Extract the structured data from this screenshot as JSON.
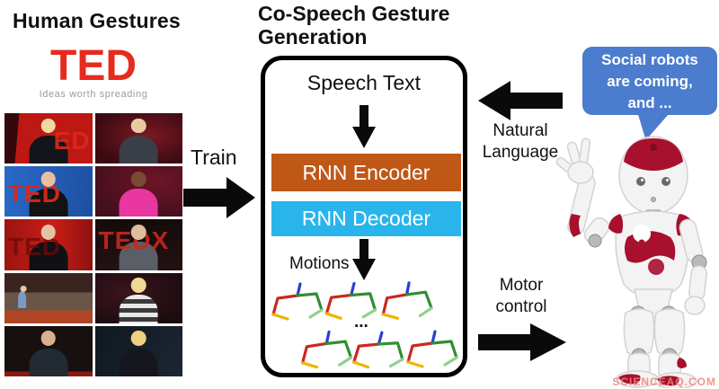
{
  "colors": {
    "ted-red": "#e62b1e",
    "encoder-orange": "#bf5717",
    "decoder-blue": "#29b5ec",
    "bubble-blue": "#4b7cce",
    "arrow-black": "#0a0a0a",
    "skel-red": "#c9281e",
    "skel-green": "#2f8f2f",
    "skel-lightgreen": "#90d090",
    "skel-blue": "#2b3fd0",
    "skel-yellow": "#f0b400",
    "watermark-red": "#f2837a"
  },
  "left_panel": {
    "title": "Human Gestures",
    "ted_logo": "TED",
    "ted_tagline": "Ideas worth spreading",
    "photos": [
      {
        "desc": "blonde speaker on red TED stage",
        "overlay": "ED"
      },
      {
        "desc": "male speaker on dark red stage",
        "overlay": ""
      },
      {
        "desc": "speaker in black tee with red TED letters on blue stage",
        "overlay": "TED"
      },
      {
        "desc": "speaker in pink top on maroon stage",
        "overlay": ""
      },
      {
        "desc": "speaker in black blazer on red TED stage",
        "overlay": "TED"
      },
      {
        "desc": "speaker in suit on dark TEDx stage",
        "overlay": "TEDX"
      },
      {
        "desc": "wide shot of speaker with audience",
        "overlay": ""
      },
      {
        "desc": "blonde speaker in striped top on dark stage",
        "overlay": ""
      },
      {
        "desc": "speaker in dark sweater with stage lights",
        "overlay": ""
      },
      {
        "desc": "blonde speaker in polka-dot top on dark stage",
        "overlay": ""
      }
    ]
  },
  "train": {
    "label": "Train"
  },
  "generator": {
    "title_line1": "Co-Speech Gesture",
    "title_line2": "Generation",
    "speech_text": "Speech Text",
    "encoder": "RNN Encoder",
    "decoder": "RNN Decoder",
    "motions": "Motions",
    "ellipsis": "..."
  },
  "natural_language": {
    "line1": "Natural",
    "line2": "Language"
  },
  "motor_control": {
    "line1": "Motor",
    "line2": "control"
  },
  "robot": {
    "bubble_line1": "Social robots",
    "bubble_line2": "are coming,",
    "bubble_line3": "and ..."
  },
  "watermark": "SCIENCEAQ.COM"
}
